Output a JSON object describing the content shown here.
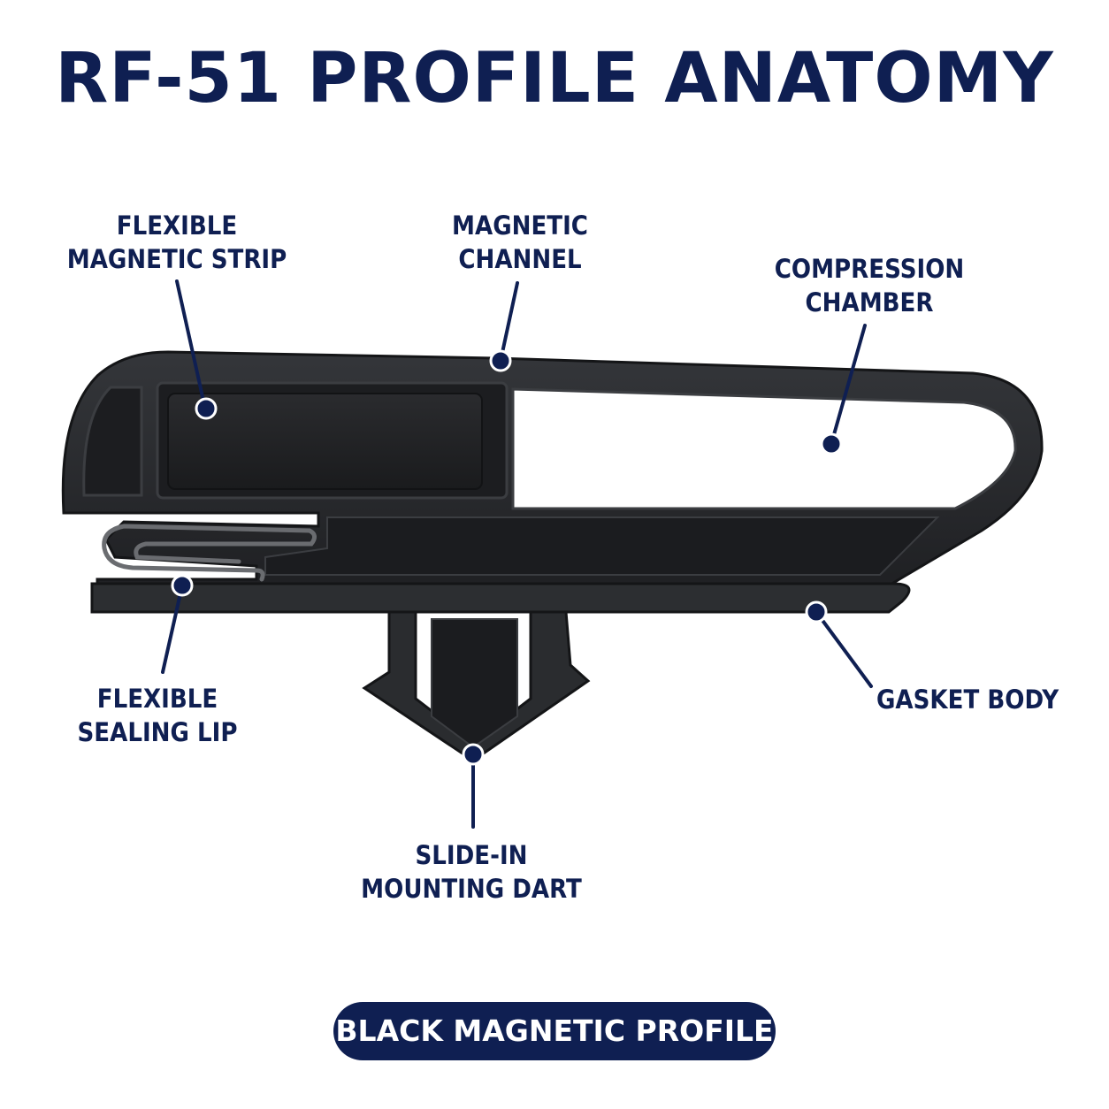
{
  "title": "RF-51 PROFILE ANATOMY",
  "callouts": {
    "magnetic_strip": {
      "line1": "FLEXIBLE",
      "line2": "MAGNETIC STRIP"
    },
    "magnetic_channel": {
      "line1": "MAGNETIC",
      "line2": "CHANNEL"
    },
    "compression_chamber": {
      "line1": "COMPRESSION",
      "line2": "CHAMBER"
    },
    "sealing_lip": {
      "line1": "FLEXIBLE",
      "line2": "SEALING LIP"
    },
    "gasket_body": {
      "line1": "GASKET BODY"
    },
    "mounting_dart": {
      "line1": "SLIDE-IN",
      "line2": "MOUNTING DART"
    }
  },
  "badge": {
    "label": "BLACK MAGNETIC PROFILE"
  },
  "colors": {
    "navy": "#0f1f52",
    "profile_fill": "#26282b",
    "profile_inner": "#1b1c1f",
    "background": "#ffffff"
  }
}
